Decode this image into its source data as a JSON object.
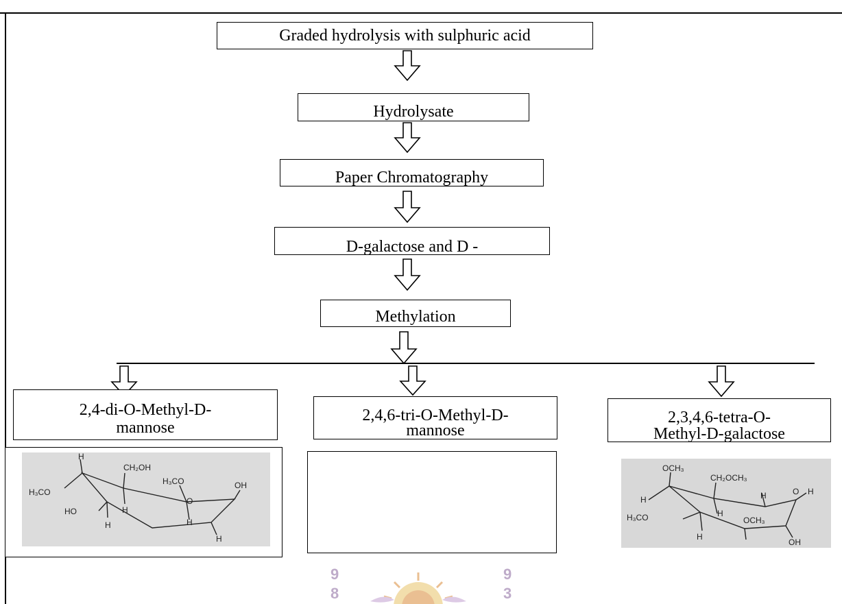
{
  "header_line": {
    "segments": [
      {
        "text": "",
        "color": "#1a3d8f"
      },
      {
        "text": "",
        "color": "#e00000"
      },
      {
        "text": "",
        "color": "#1a3d8f"
      },
      {
        "text": "",
        "color": "#1a3d8f"
      },
      {
        "text": "",
        "color": "#0000ee"
      }
    ]
  },
  "flow": {
    "step1": "Graded hydrolysis with sulphuric acid",
    "step2": "Hydrolysate",
    "step3": "Paper Chromatography",
    "step4": "D-galactose and D -",
    "step5": "Methylation"
  },
  "products": [
    {
      "line1": "2,4-di-O-Methyl-D-",
      "line2": "mannose"
    },
    {
      "line1": "2,4,6-tri-O-Methyl-D-",
      "line2": "mannose"
    },
    {
      "line1": "2,3,4,6-tetra-O-",
      "line2": "Methyl-D-galactose"
    }
  ],
  "structures": {
    "left": {
      "labels": [
        "H",
        "CH₂OH",
        "O",
        "H₃CO",
        "H",
        "H₃CO",
        "OH",
        "HO",
        "H",
        "H",
        "H"
      ]
    },
    "right": {
      "labels": [
        "OCH₃",
        "CH₂OCH₃",
        "O",
        "H",
        "H",
        "H",
        "H",
        "H₃CO",
        "OCH₃",
        "H",
        "OH"
      ]
    }
  },
  "watermark": {
    "left_digits": [
      "9",
      "8"
    ],
    "right_digits": [
      "9",
      "3"
    ],
    "color": "#8a3f8f"
  }
}
